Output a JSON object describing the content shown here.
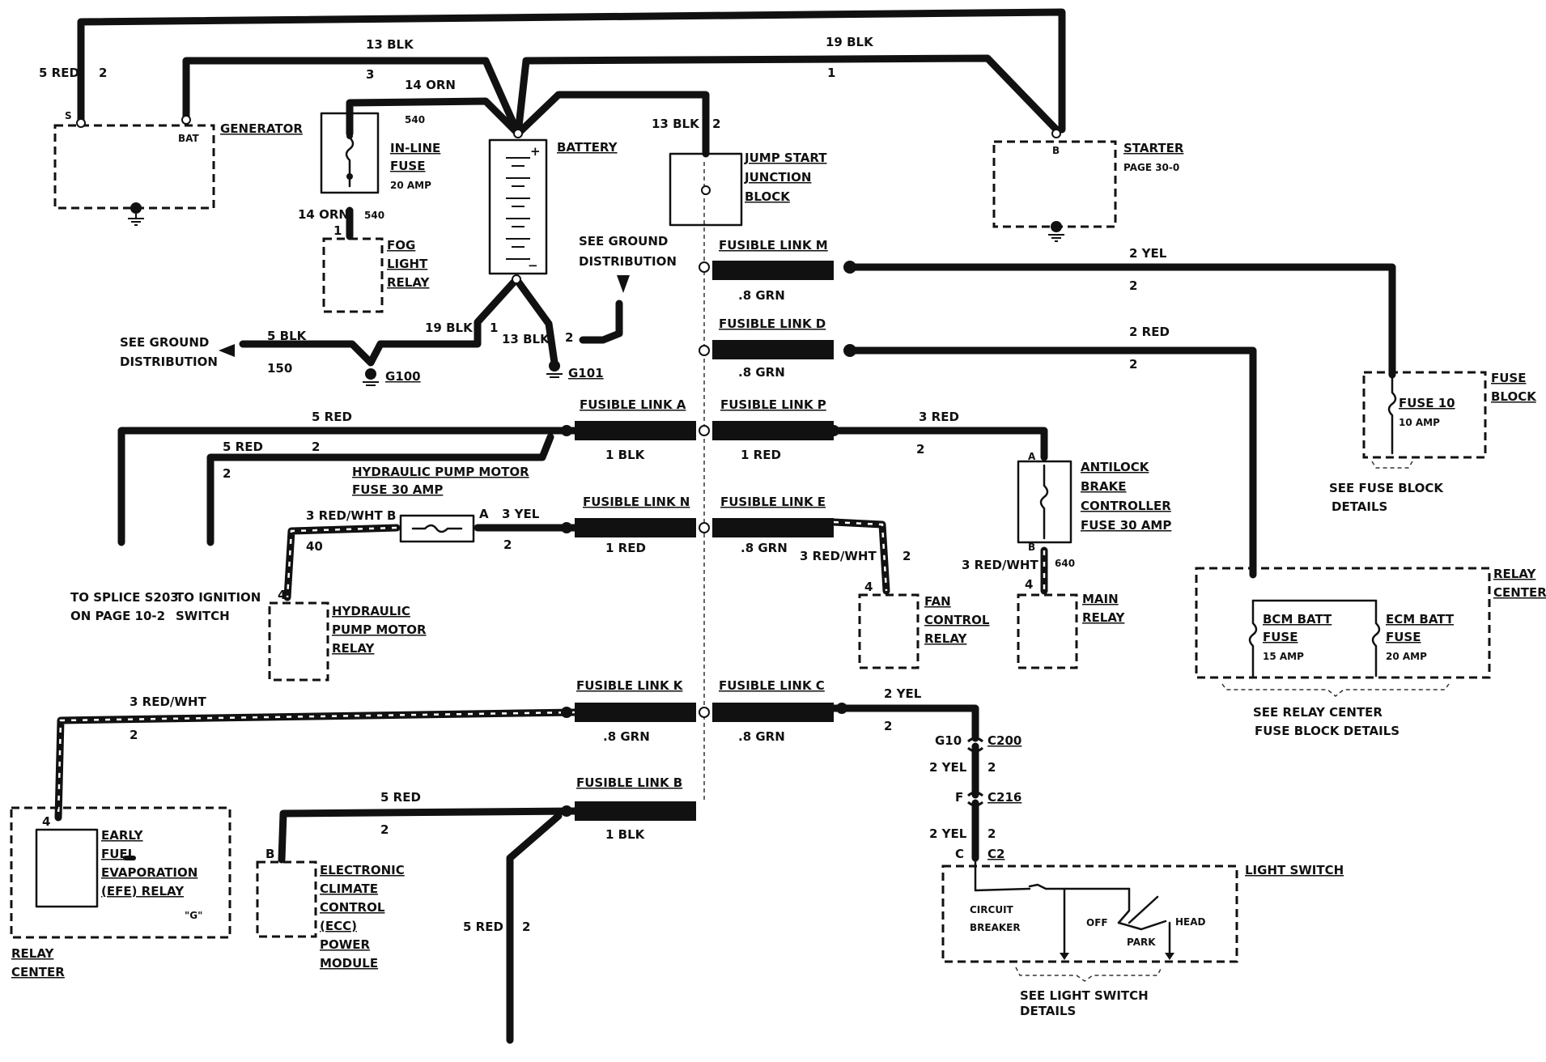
{
  "components": {
    "generator": {
      "label": "GENERATOR",
      "term_s": "S",
      "term_bat": "BAT"
    },
    "battery": {
      "label": "BATTERY",
      "pos": "+",
      "neg": "−"
    },
    "inline_fuse": {
      "lines": [
        "IN-LINE",
        "FUSE"
      ],
      "rating": "20 AMP"
    },
    "fog_light_relay": {
      "lines": [
        "FOG",
        "LIGHT",
        "RELAY"
      ],
      "pin": "1"
    },
    "jump_start": {
      "lines": [
        "JUMP START",
        "JUNCTION",
        "BLOCK"
      ]
    },
    "starter": {
      "label": "STARTER",
      "page": "PAGE 30-0",
      "term": "B"
    },
    "fuse_block": {
      "lines": [
        "FUSE",
        "BLOCK"
      ],
      "fuse": "FUSE 10",
      "rating": "10 AMP",
      "note": [
        "SEE FUSE BLOCK",
        "DETAILS"
      ]
    },
    "relay_center_right": {
      "lines": [
        "RELAY",
        "CENTER"
      ],
      "bcm": [
        "BCM BATT",
        "FUSE"
      ],
      "bcm_rating": "15 AMP",
      "ecm": [
        "ECM BATT",
        "FUSE"
      ],
      "ecm_rating": "20 AMP",
      "note": [
        "SEE RELAY CENTER",
        "FUSE BLOCK DETAILS"
      ]
    },
    "abs_fuse": {
      "lines": [
        "ANTILOCK",
        "BRAKE",
        "CONTROLLER",
        "FUSE 30 AMP"
      ],
      "term_a": "A",
      "term_b": "B"
    },
    "main_relay": {
      "lines": [
        "MAIN",
        "RELAY"
      ],
      "pin": "4"
    },
    "fan_relay": {
      "lines": [
        "FAN",
        "CONTROL",
        "RELAY"
      ],
      "pin": "4"
    },
    "hyd_fuse": {
      "lines": [
        "HYDRAULIC PUMP MOTOR",
        "FUSE 30 AMP"
      ],
      "term_a": "A",
      "term_b": "B"
    },
    "hyd_relay": {
      "lines": [
        "HYDRAULIC",
        "PUMP MOTOR",
        "RELAY"
      ],
      "pin": "4"
    },
    "efe_relay": {
      "lines": [
        "EARLY",
        "FUEL",
        "EVAPORATION",
        "(EFE) RELAY"
      ],
      "pin": "4",
      "mark": "\"G\""
    },
    "relay_center_left": {
      "lines": [
        "RELAY",
        "CENTER"
      ]
    },
    "ecc": {
      "lines": [
        "ELECTRONIC",
        "CLIMATE",
        "CONTROL",
        "(ECC)",
        "POWER",
        "MODULE"
      ],
      "term": "B"
    },
    "light_switch": {
      "label": "LIGHT SWITCH",
      "breaker": [
        "CIRCUIT",
        "BREAKER"
      ],
      "off": "OFF",
      "park": "PARK",
      "head": "HEAD",
      "note": [
        "SEE LIGHT SWITCH",
        "DETAILS"
      ]
    },
    "ground_ref": {
      "lines": [
        "SEE GROUND",
        "DISTRIBUTION"
      ]
    },
    "ground_ref2": {
      "lines": [
        "SEE GROUND",
        "DISTRIBUTION"
      ]
    },
    "g100": "G100",
    "g101": "G101",
    "splice_note": [
      "TO SPLICE S203",
      "ON PAGE 10-2"
    ],
    "ignition_note": [
      "TO IGNITION",
      "SWITCH"
    ]
  },
  "connectors": {
    "c200": "C200",
    "c200_pin": "G10",
    "c216": "C216",
    "c216_pin": "F",
    "c2": "C2",
    "c2_pin": "C"
  },
  "fusible_links": {
    "m": {
      "name": "FUSIBLE LINK M",
      "wire": ".8 GRN"
    },
    "d": {
      "name": "FUSIBLE LINK D",
      "wire": ".8 GRN"
    },
    "a": {
      "name": "FUSIBLE LINK A",
      "wire": "1 BLK"
    },
    "p": {
      "name": "FUSIBLE LINK P",
      "wire": "1 RED"
    },
    "n": {
      "name": "FUSIBLE LINK N",
      "wire": "1 RED"
    },
    "e": {
      "name": "FUSIBLE LINK E",
      "wire": ".8 GRN"
    },
    "k": {
      "name": "FUSIBLE LINK K",
      "wire": ".8 GRN"
    },
    "c": {
      "name": "FUSIBLE LINK C",
      "wire": ".8 GRN"
    },
    "b": {
      "name": "FUSIBLE LINK B",
      "wire": "1 BLK"
    }
  },
  "wires": {
    "top_5red": "5 RED",
    "top_5red_ckt": "2",
    "w13blk_top": "13 BLK",
    "w13blk_top_ckt": "3",
    "w19blk_top": "19 BLK",
    "w19blk_top_ckt": "1",
    "w14orn": "14 ORN",
    "w14orn_ckt": "540",
    "w14orn_low": "14 ORN",
    "w14orn_low_ckt": "540",
    "w13blk_jump": "13 BLK",
    "w13blk_jump_ckt": "2",
    "w19blk_bat": "19 BLK",
    "w19blk_bat_ckt": "1",
    "w13blk_bat": "13 BLK",
    "w13blk_bat_ckt": "2",
    "w5blk": "5 BLK",
    "w5blk_ckt": "150",
    "m_out": "2 YEL",
    "m_out_ckt": "2",
    "d_out": "2 RED",
    "d_out_ckt": "2",
    "a_out1": "5 RED",
    "a_out2": "5 RED",
    "a_out2_ckt": "2",
    "a_out2_ckt2": "2",
    "p_out": "3 RED",
    "p_out_ckt": "2",
    "hyd_in": "3 RED/WHT",
    "hyd_in_ckt": "40",
    "n_out": "3 YEL",
    "n_out_ckt": "2",
    "e_out": "3 RED/WHT",
    "e_out_ckt": "2",
    "abs_out": "3 RED/WHT",
    "abs_out_ckt": "640",
    "k_out": "3 RED/WHT",
    "k_out_ckt": "2",
    "c_out": "2 YEL",
    "c_out_ckt": "2",
    "c200_out": "2 YEL",
    "c200_out_ckt": "2",
    "c216_out": "2 YEL",
    "c216_out_ckt": "2",
    "b_out1": "5 RED",
    "b_out1_ckt": "2",
    "b_out2": "5 RED",
    "b_out2_ckt": "2"
  }
}
